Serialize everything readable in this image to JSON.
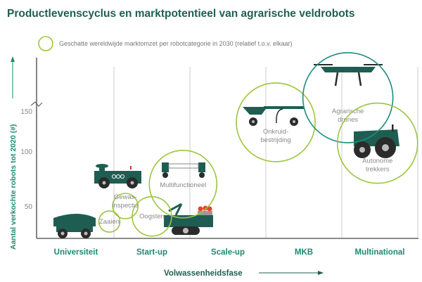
{
  "colors": {
    "circle": "#9dc53f",
    "circle_highlight": "#1d8c80",
    "robot": "#1e5e52",
    "label": "#1b8a72"
  },
  "chart_data": {
    "type": "bubble",
    "title": "Productlevenscyclus en marktpotentieel van agrarische veldrobots",
    "legend": "Geschatte wereldwijde marktomzet per robotcategorie in 2030 (relatief t.o.v. elkaar)",
    "xlabel": "Volwassenheidsfase",
    "ylabel": "Aantal verkochte robots tot 2020 (#)",
    "categories": [
      "Universiteit",
      "Start-up",
      "Scale-up",
      "MKB",
      "Multinational"
    ],
    "y_ticks": [
      50,
      100,
      150
    ],
    "y_axis_break_above": 150,
    "grid": "vertical",
    "points": [
      {
        "label": "Zaaien",
        "stage": 0.44,
        "y": 26,
        "relative_size": 15,
        "highlight": false
      },
      {
        "label": "Gewas-inspectie",
        "stage": 0.65,
        "y": 50,
        "relative_size": 18,
        "highlight": false
      },
      {
        "label": "Oogsten",
        "stage": 1.0,
        "y": 34,
        "relative_size": 28,
        "highlight": false
      },
      {
        "label": "Multifunctioneel",
        "stage": 1.41,
        "y": 70,
        "relative_size": 48,
        "highlight": false
      },
      {
        "label": "Onkruid-bestrijding",
        "stage": 2.63,
        "y": 136,
        "relative_size": 56,
        "highlight": false
      },
      {
        "label": "Agrarische drones",
        "stage": 3.58,
        "y": 184,
        "relative_size": 64,
        "highlight": true
      },
      {
        "label": "Autonome trekkers",
        "stage": 3.97,
        "y": 110,
        "relative_size": 57,
        "highlight": false
      }
    ]
  }
}
